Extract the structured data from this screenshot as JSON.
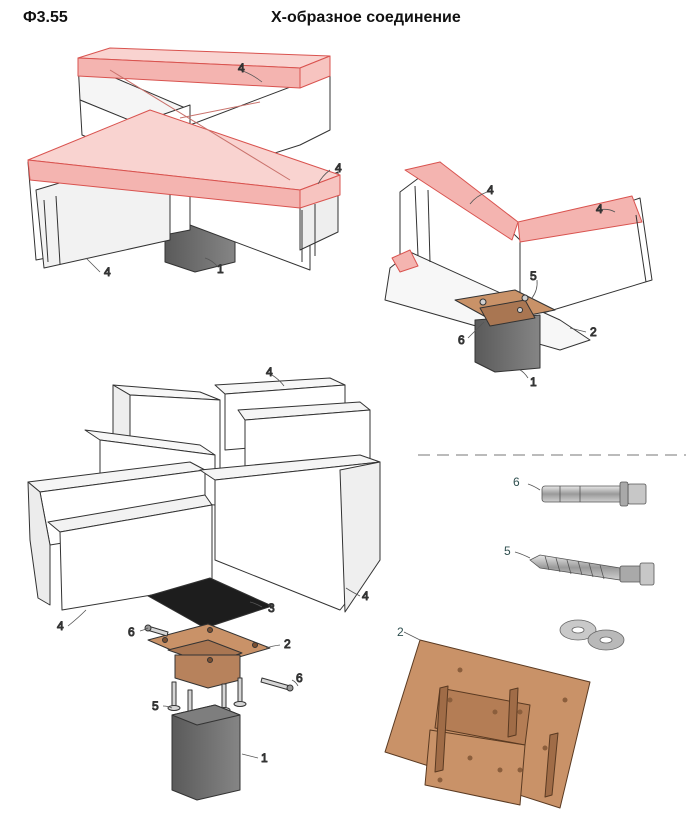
{
  "header": {
    "code": "Ф3.55",
    "title": "Х-образное соединение"
  },
  "callouts": {
    "one": "1",
    "two": "2",
    "three": "3",
    "four": "4",
    "five": "5",
    "six": "6"
  },
  "colors": {
    "highlight_red": "#f4b4b0",
    "highlight_edge": "#d9534f",
    "timber_face": "#f3f3f3",
    "timber_side": "#ffffff",
    "post_gray": "#6a6a6a",
    "bracket_copper": "#c99268",
    "pad_black": "#1d1d1d",
    "bolt_steel": "#b5b5b5"
  }
}
